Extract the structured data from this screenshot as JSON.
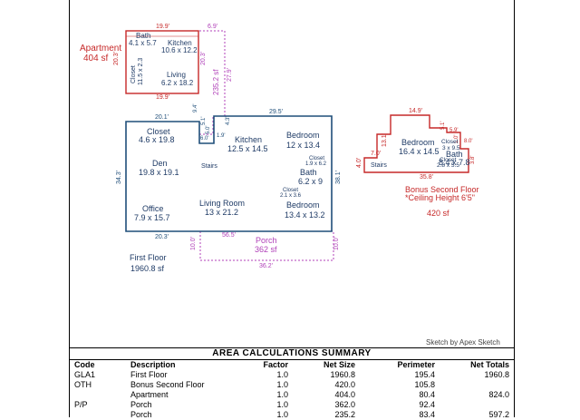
{
  "plan": {
    "apartment": {
      "label": "Apartment",
      "area": "404 sf",
      "dim_top": "19.9'",
      "dim_bottom": "19.9'",
      "dim_left": "20.3'",
      "dim_ext_top": "6.9'",
      "dim_ext_side": "20.3'",
      "dim_ext_right": "27.9'",
      "dim_ext_area": "235.2 sf",
      "rooms": [
        {
          "name": "Bath",
          "size": "4.1 x 5.7"
        },
        {
          "name": "Kitchen",
          "size": "10.6 x 12.2"
        },
        {
          "name": "Living",
          "size": "6.2 x 18.2"
        },
        {
          "name": "Closet",
          "size": "11.5 x 2.3"
        }
      ]
    },
    "first_floor": {
      "label": "First Floor",
      "area": "1960.8 sf",
      "dim_top_left": "20.1'",
      "dim_top_right": "29.5'",
      "dim_left": "34.3'",
      "dim_right": "38.1'",
      "dim_bottom_left": "20.3'",
      "small_dims": [
        "9.4'",
        "5.1'",
        "4.3'",
        "1.9'",
        "6.0'",
        "5.0'"
      ],
      "rooms": [
        {
          "name": "Closet",
          "size": "4.6 x 19.8"
        },
        {
          "name": "Den",
          "size": "19.8 x 19.1"
        },
        {
          "name": "Office",
          "size": "7.9 x 15.7"
        },
        {
          "name": "Kitchen",
          "size": "12.5 x 14.5"
        },
        {
          "name": "Living Room",
          "size": "13 x 21.2"
        },
        {
          "name": "Bedroom",
          "size": "12 x 13.4"
        },
        {
          "name": "Bedroom",
          "size": "13.4 x 13.2"
        },
        {
          "name": "Bath",
          "size": "6.2 x 9"
        },
        {
          "name": "Closet",
          "size": "1.9 x 6.2"
        },
        {
          "name": "Closet",
          "size": "2.1 x 3.6"
        }
      ],
      "stairs": "Stairs"
    },
    "porch": {
      "label": "Porch",
      "area": "362 sf",
      "dim_top": "56.5'",
      "dim_bottom": "36.2'",
      "dim_left": "10.0'",
      "dim_right": "10.0'"
    },
    "bonus": {
      "label": "Bonus Second Floor",
      "note": "*Ceiling Height 6'5\"",
      "area": "420 sf",
      "dim_top": "14.9'",
      "dim_bottom": "35.8'",
      "dim_left": "4.0'",
      "dim_step_left": "7.0'",
      "dim_v_left": "13.1'",
      "dim_small": [
        "5.1'",
        "5.9'",
        "8.0'",
        "1.0'",
        "3.8'"
      ],
      "rooms": [
        {
          "name": "Bedroom",
          "size": "16.4 x 14.5"
        },
        {
          "name": "Closet",
          "size": "3 x 9.5"
        },
        {
          "name": "Closet",
          "size": "2.8 x 5.5"
        },
        {
          "name": "Bath",
          "size": "8.4 x 7.8"
        }
      ],
      "stairs": "Stairs"
    }
  },
  "credit": "Sketch by Apex Sketch",
  "summary": {
    "title": "AREA CALCULATIONS SUMMARY",
    "headers": {
      "code": "Code",
      "desc": "Description",
      "factor": "Factor",
      "net": "Net Size",
      "per": "Perimeter",
      "tot": "Net Totals"
    },
    "rows": [
      {
        "code": "GLA1",
        "desc": "First Floor",
        "factor": "1.0",
        "net": "1960.8",
        "per": "195.4",
        "tot": "1960.8"
      },
      {
        "code": "OTH",
        "desc": "Bonus Second Floor",
        "factor": "1.0",
        "net": "420.0",
        "per": "105.8",
        "tot": ""
      },
      {
        "code": "",
        "desc": "Apartment",
        "factor": "1.0",
        "net": "404.0",
        "per": "80.4",
        "tot": "824.0"
      },
      {
        "code": "P/P",
        "desc": "Porch",
        "factor": "1.0",
        "net": "362.0",
        "per": "92.4",
        "tot": ""
      },
      {
        "code": "",
        "desc": "Porch",
        "factor": "1.0",
        "net": "235.2",
        "per": "83.4",
        "tot": "597.2"
      }
    ]
  },
  "colors": {
    "first_floor": "#1f4e79",
    "apartment": "#c62828",
    "bonus": "#c62828",
    "porch": "#b040b8",
    "room_text": "#1f3b66"
  }
}
